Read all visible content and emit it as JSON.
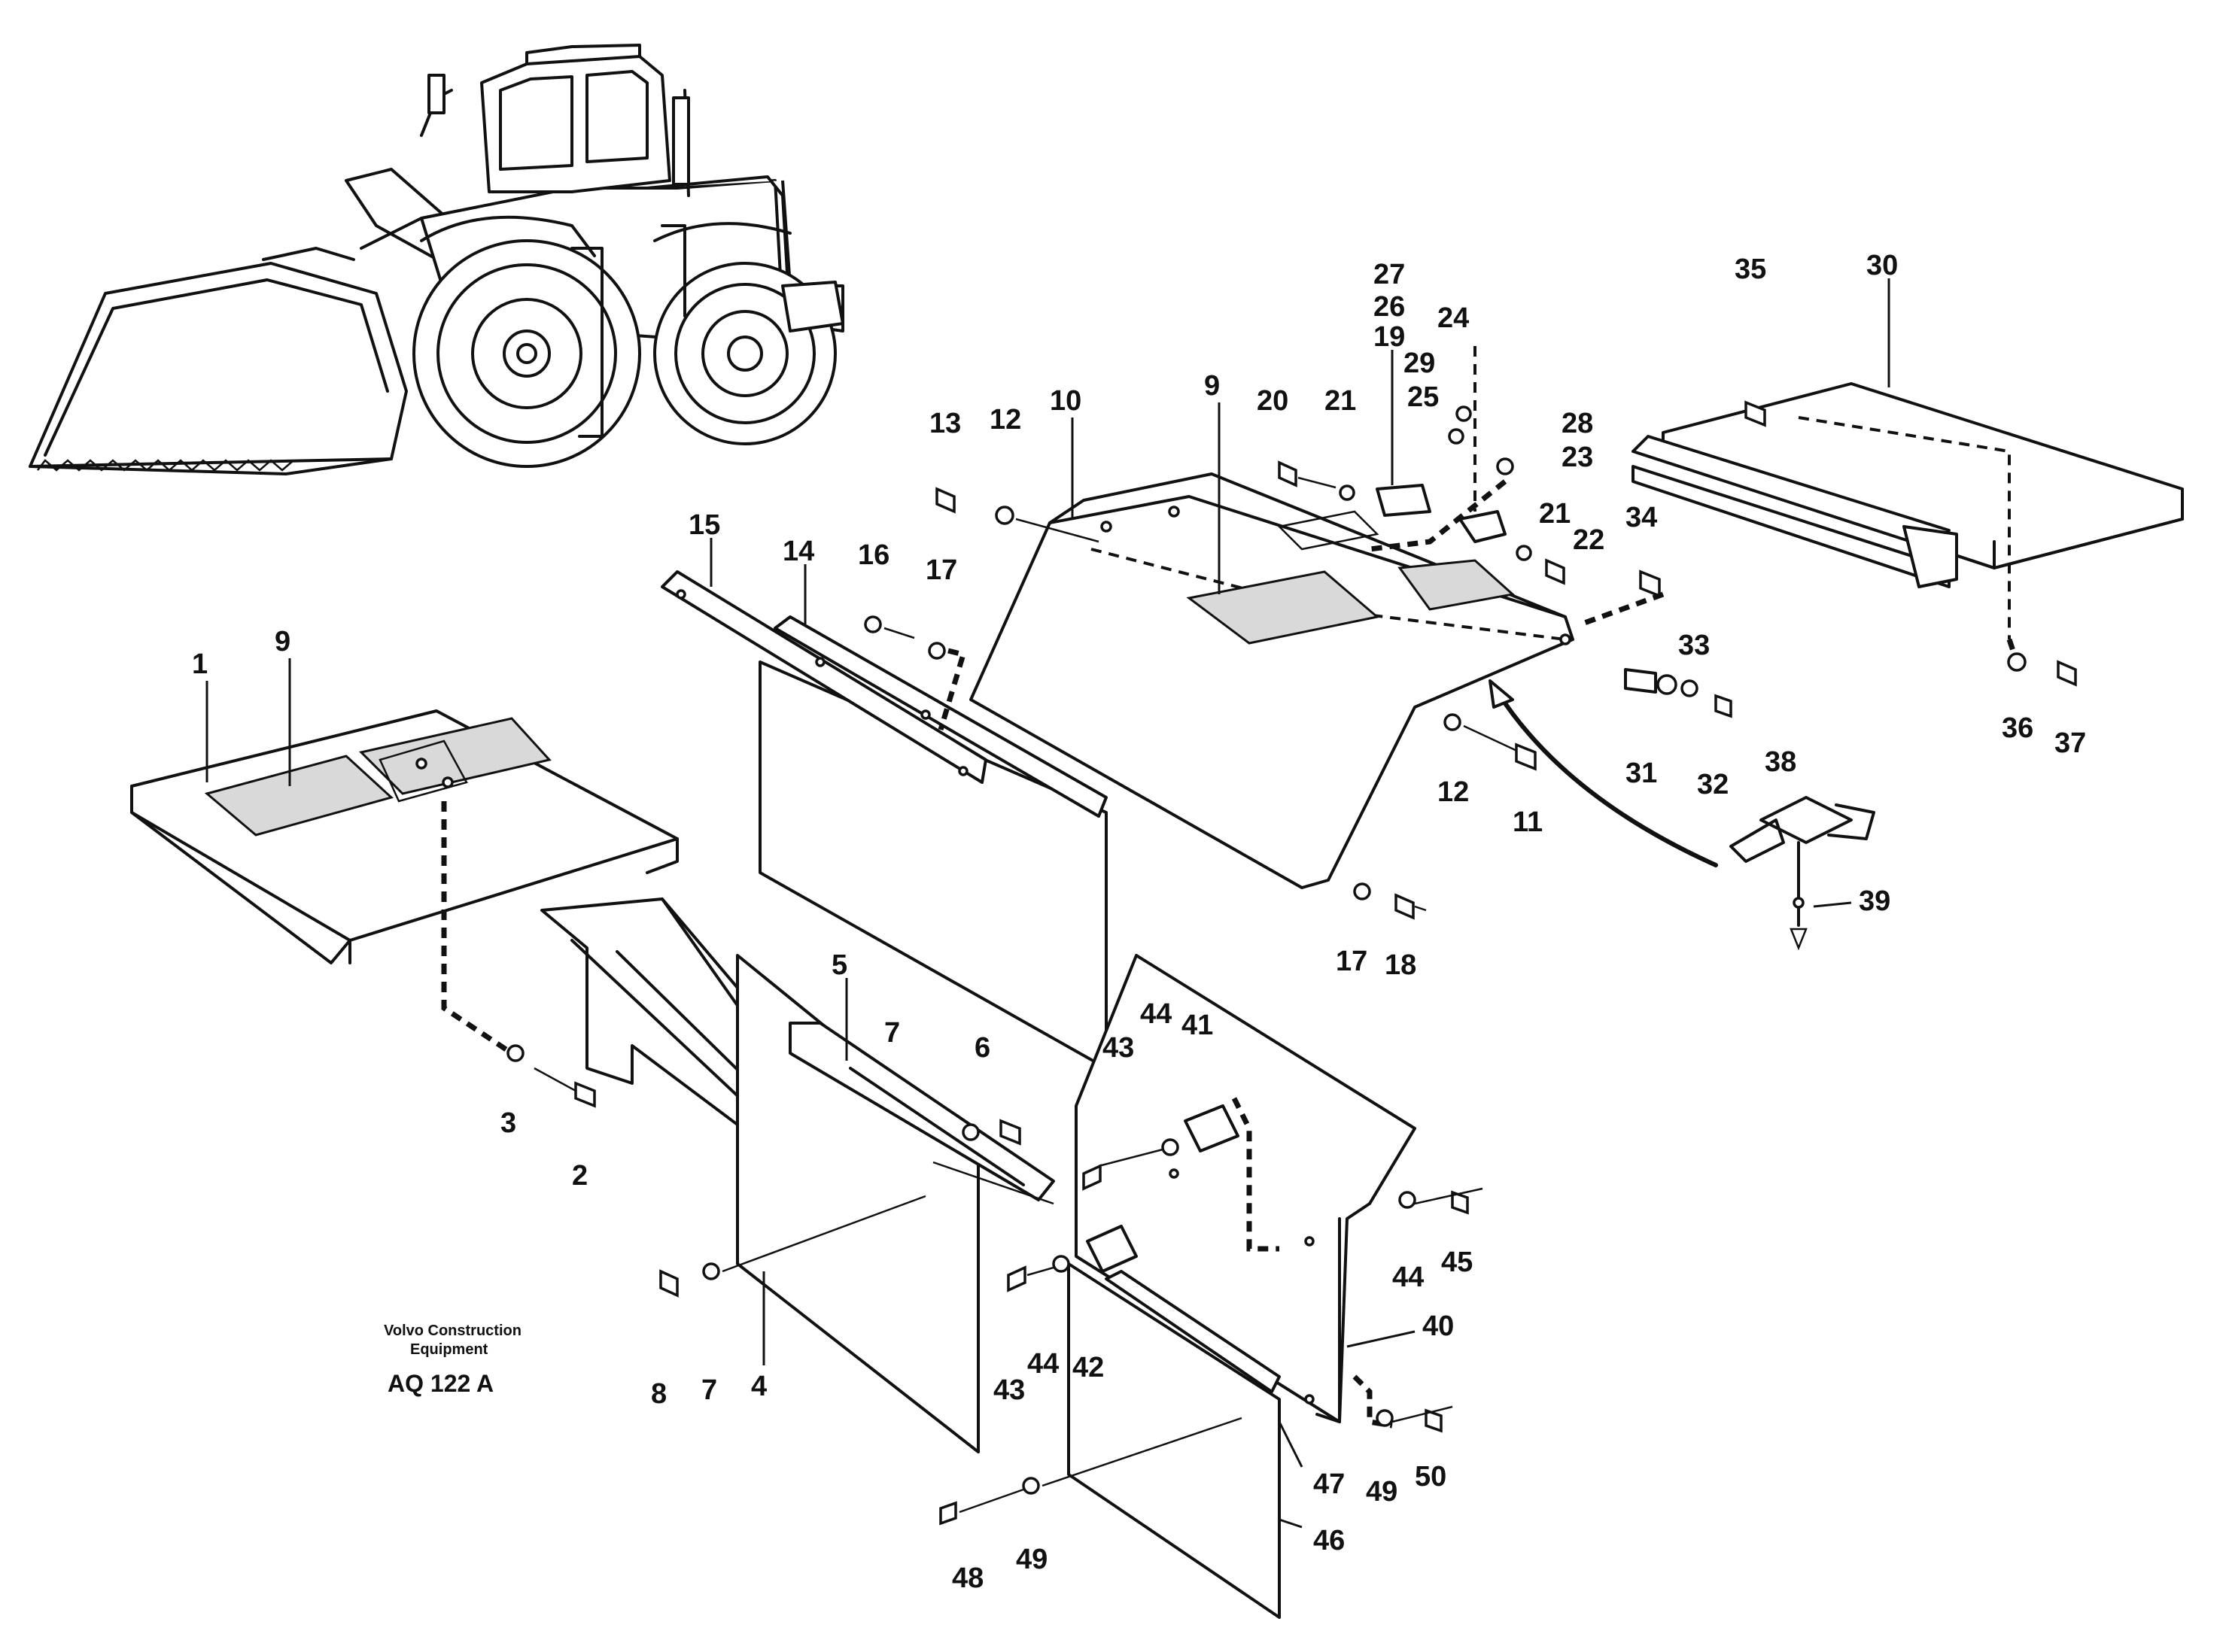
{
  "caption": {
    "brand_line1": "Volvo Construction",
    "brand_line2": "Equipment",
    "code": "AQ 122 A"
  },
  "callouts": [
    {
      "id": "c1",
      "text": "1"
    },
    {
      "id": "c9a",
      "text": "9"
    },
    {
      "id": "c2",
      "text": "2"
    },
    {
      "id": "c3",
      "text": "3"
    },
    {
      "id": "c4",
      "text": "4"
    },
    {
      "id": "c5",
      "text": "5"
    },
    {
      "id": "c6",
      "text": "6"
    },
    {
      "id": "c7a",
      "text": "7"
    },
    {
      "id": "c7b",
      "text": "7"
    },
    {
      "id": "c8",
      "text": "8"
    },
    {
      "id": "c9b",
      "text": "9"
    },
    {
      "id": "c10",
      "text": "10"
    },
    {
      "id": "c11",
      "text": "11"
    },
    {
      "id": "c12a",
      "text": "12"
    },
    {
      "id": "c12b",
      "text": "12"
    },
    {
      "id": "c13",
      "text": "13"
    },
    {
      "id": "c14",
      "text": "14"
    },
    {
      "id": "c15",
      "text": "15"
    },
    {
      "id": "c16",
      "text": "16"
    },
    {
      "id": "c17a",
      "text": "17"
    },
    {
      "id": "c17b",
      "text": "17"
    },
    {
      "id": "c18",
      "text": "18"
    },
    {
      "id": "c19",
      "text": "19"
    },
    {
      "id": "c20",
      "text": "20"
    },
    {
      "id": "c21a",
      "text": "21"
    },
    {
      "id": "c21b",
      "text": "21"
    },
    {
      "id": "c22",
      "text": "22"
    },
    {
      "id": "c23",
      "text": "23"
    },
    {
      "id": "c24",
      "text": "24"
    },
    {
      "id": "c25",
      "text": "25"
    },
    {
      "id": "c26",
      "text": "26"
    },
    {
      "id": "c27",
      "text": "27"
    },
    {
      "id": "c28",
      "text": "28"
    },
    {
      "id": "c29",
      "text": "29"
    },
    {
      "id": "c30",
      "text": "30"
    },
    {
      "id": "c31",
      "text": "31"
    },
    {
      "id": "c32",
      "text": "32"
    },
    {
      "id": "c33",
      "text": "33"
    },
    {
      "id": "c34",
      "text": "34"
    },
    {
      "id": "c35",
      "text": "35"
    },
    {
      "id": "c36",
      "text": "36"
    },
    {
      "id": "c37",
      "text": "37"
    },
    {
      "id": "c38",
      "text": "38"
    },
    {
      "id": "c39",
      "text": "39"
    },
    {
      "id": "c40",
      "text": "40"
    },
    {
      "id": "c41",
      "text": "41"
    },
    {
      "id": "c42",
      "text": "42"
    },
    {
      "id": "c43a",
      "text": "43"
    },
    {
      "id": "c43b",
      "text": "43"
    },
    {
      "id": "c44a",
      "text": "44"
    },
    {
      "id": "c44b",
      "text": "44"
    },
    {
      "id": "c44c",
      "text": "44"
    },
    {
      "id": "c45",
      "text": "45"
    },
    {
      "id": "c46",
      "text": "46"
    },
    {
      "id": "c47",
      "text": "47"
    },
    {
      "id": "c48",
      "text": "48"
    },
    {
      "id": "c49a",
      "text": "49"
    },
    {
      "id": "c49b",
      "text": "49"
    },
    {
      "id": "c50",
      "text": "50"
    }
  ]
}
